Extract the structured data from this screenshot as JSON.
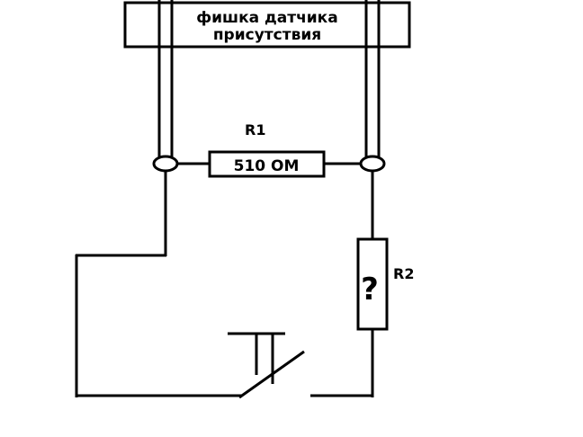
{
  "diagram": {
    "connector": {
      "label_line1": "фишка датчика",
      "label_line2": "присутствия"
    },
    "r1": {
      "label": "R1",
      "value": "510 ОМ"
    },
    "r2": {
      "label": "R2",
      "value": "?"
    }
  },
  "colors": {
    "line": "#000000",
    "background": "#ffffff"
  }
}
